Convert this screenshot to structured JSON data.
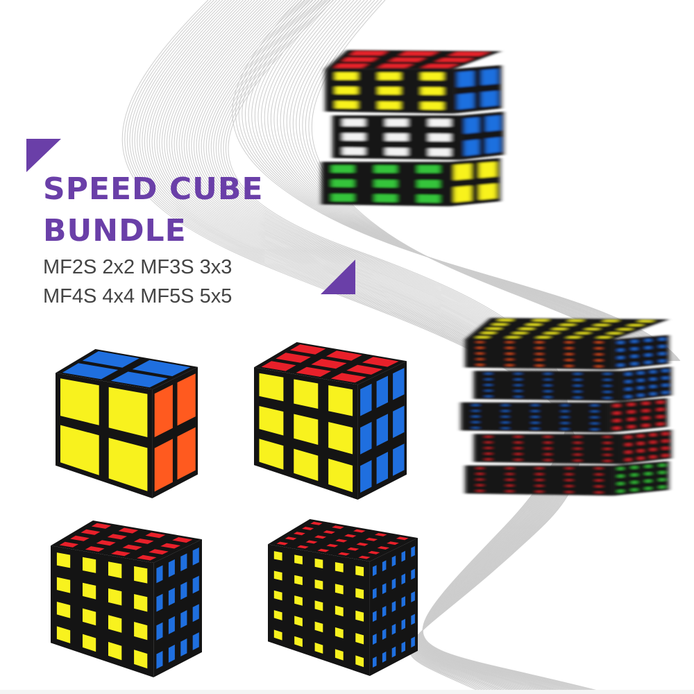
{
  "headline": {
    "line1": "SPEED CUBE",
    "line2": "BUNDLE",
    "color": "#6a3fa8"
  },
  "subtitle": {
    "line1": "MF2S 2x2 MF3S 3x3",
    "line2": "MF4S 4x4 MF5S 5x5"
  },
  "colors": {
    "accent": "#6a3fa8",
    "yellow": "#f8f21e",
    "blue": "#1f6fdf",
    "orange": "#ff5a1f",
    "red": "#e8202a",
    "green": "#35c43a",
    "white": "#f2f2f2",
    "cube_body": "#141414",
    "swirl": "#bdbdbd"
  },
  "cubes": [
    {
      "id": "cube-2x2",
      "size": 2,
      "top": "blue",
      "front": "yellow",
      "side": "orange"
    },
    {
      "id": "cube-3x3",
      "size": 3,
      "top": "red",
      "front": "yellow",
      "side": "blue"
    },
    {
      "id": "cube-4x4",
      "size": 4,
      "top": "red",
      "front": "yellow",
      "side": "blue"
    },
    {
      "id": "cube-5x5",
      "size": 5,
      "top": "red",
      "front": "yellow",
      "side": "blue"
    }
  ],
  "spinning_cubes": [
    {
      "id": "blur-3x3",
      "size": 3,
      "layers": [
        {
          "front": "yellow",
          "side": "blue",
          "top": "red"
        },
        {
          "front": "white",
          "side": "blue"
        },
        {
          "front": "green",
          "side": "yellow"
        }
      ]
    },
    {
      "id": "blur-5x5",
      "size": 5,
      "layers": [
        {
          "front": "orange",
          "side": "blue",
          "top": "yellow"
        },
        {
          "front": "blue",
          "side": "blue"
        },
        {
          "front": "blue",
          "side": "red"
        },
        {
          "front": "red",
          "side": "red"
        },
        {
          "front": "red",
          "side": "green"
        }
      ]
    }
  ]
}
